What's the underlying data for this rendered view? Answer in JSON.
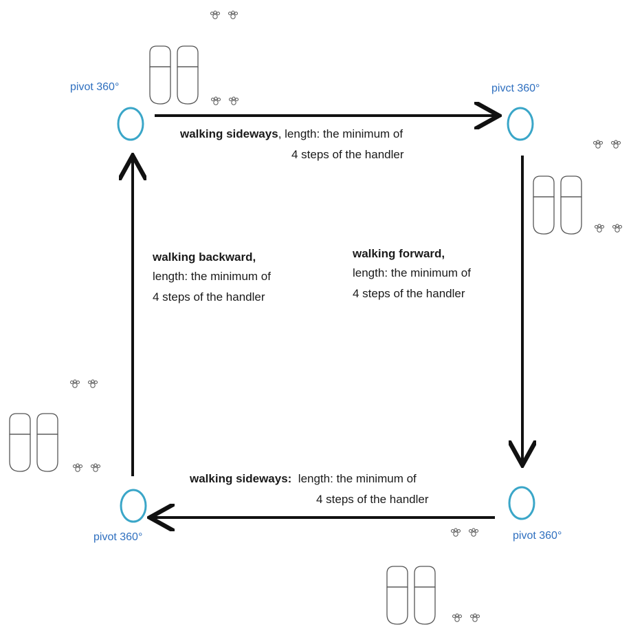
{
  "pivots": {
    "top_left": "pivot 360°",
    "top_right": "pivct 360°",
    "bottom_left": "pivot 360°",
    "bottom_right": "pivot 360°"
  },
  "edges": {
    "top": {
      "title": "walking sideways",
      "rest": ", length: the minimum of",
      "line2": "4 steps of the handler"
    },
    "right": {
      "title": "walking forward,",
      "line2": "length: the minimum of",
      "line3": "4 steps of  the handler"
    },
    "left": {
      "title": "walking backward,",
      "line2": "length: the minimum of",
      "line3": "4 steps of the handler"
    },
    "bottom": {
      "title": "walking sideways:",
      "rest": "  length: the minimum of",
      "line2": "4 steps of the handler"
    }
  },
  "colors": {
    "pivot_circle": "#3aa6c8",
    "pivot_text": "#2e6fbf",
    "arrow": "#111111",
    "outline": "#555555"
  },
  "icons": {
    "shoe": "shoe-print-icon",
    "paw": "paw-print-icon"
  }
}
